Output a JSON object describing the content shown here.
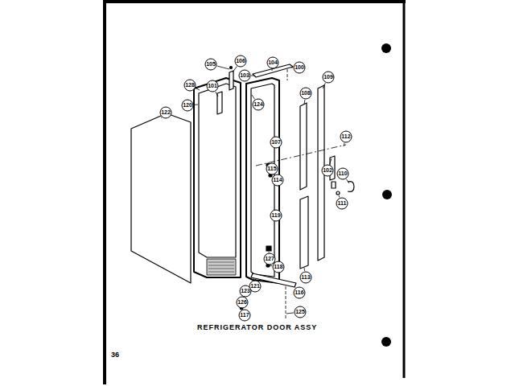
{
  "diagram": {
    "caption": "REFRIGERATOR DOOR ASSY",
    "labels": [
      "105",
      "106",
      "103",
      "101",
      "104",
      "100",
      "128",
      "120",
      "122",
      "124",
      "108",
      "109",
      "107",
      "112",
      "115",
      "114",
      "102",
      "110",
      "111",
      "119",
      "127",
      "113",
      "118",
      "121",
      "123",
      "116",
      "126",
      "117",
      "125",
      "36"
    ]
  }
}
